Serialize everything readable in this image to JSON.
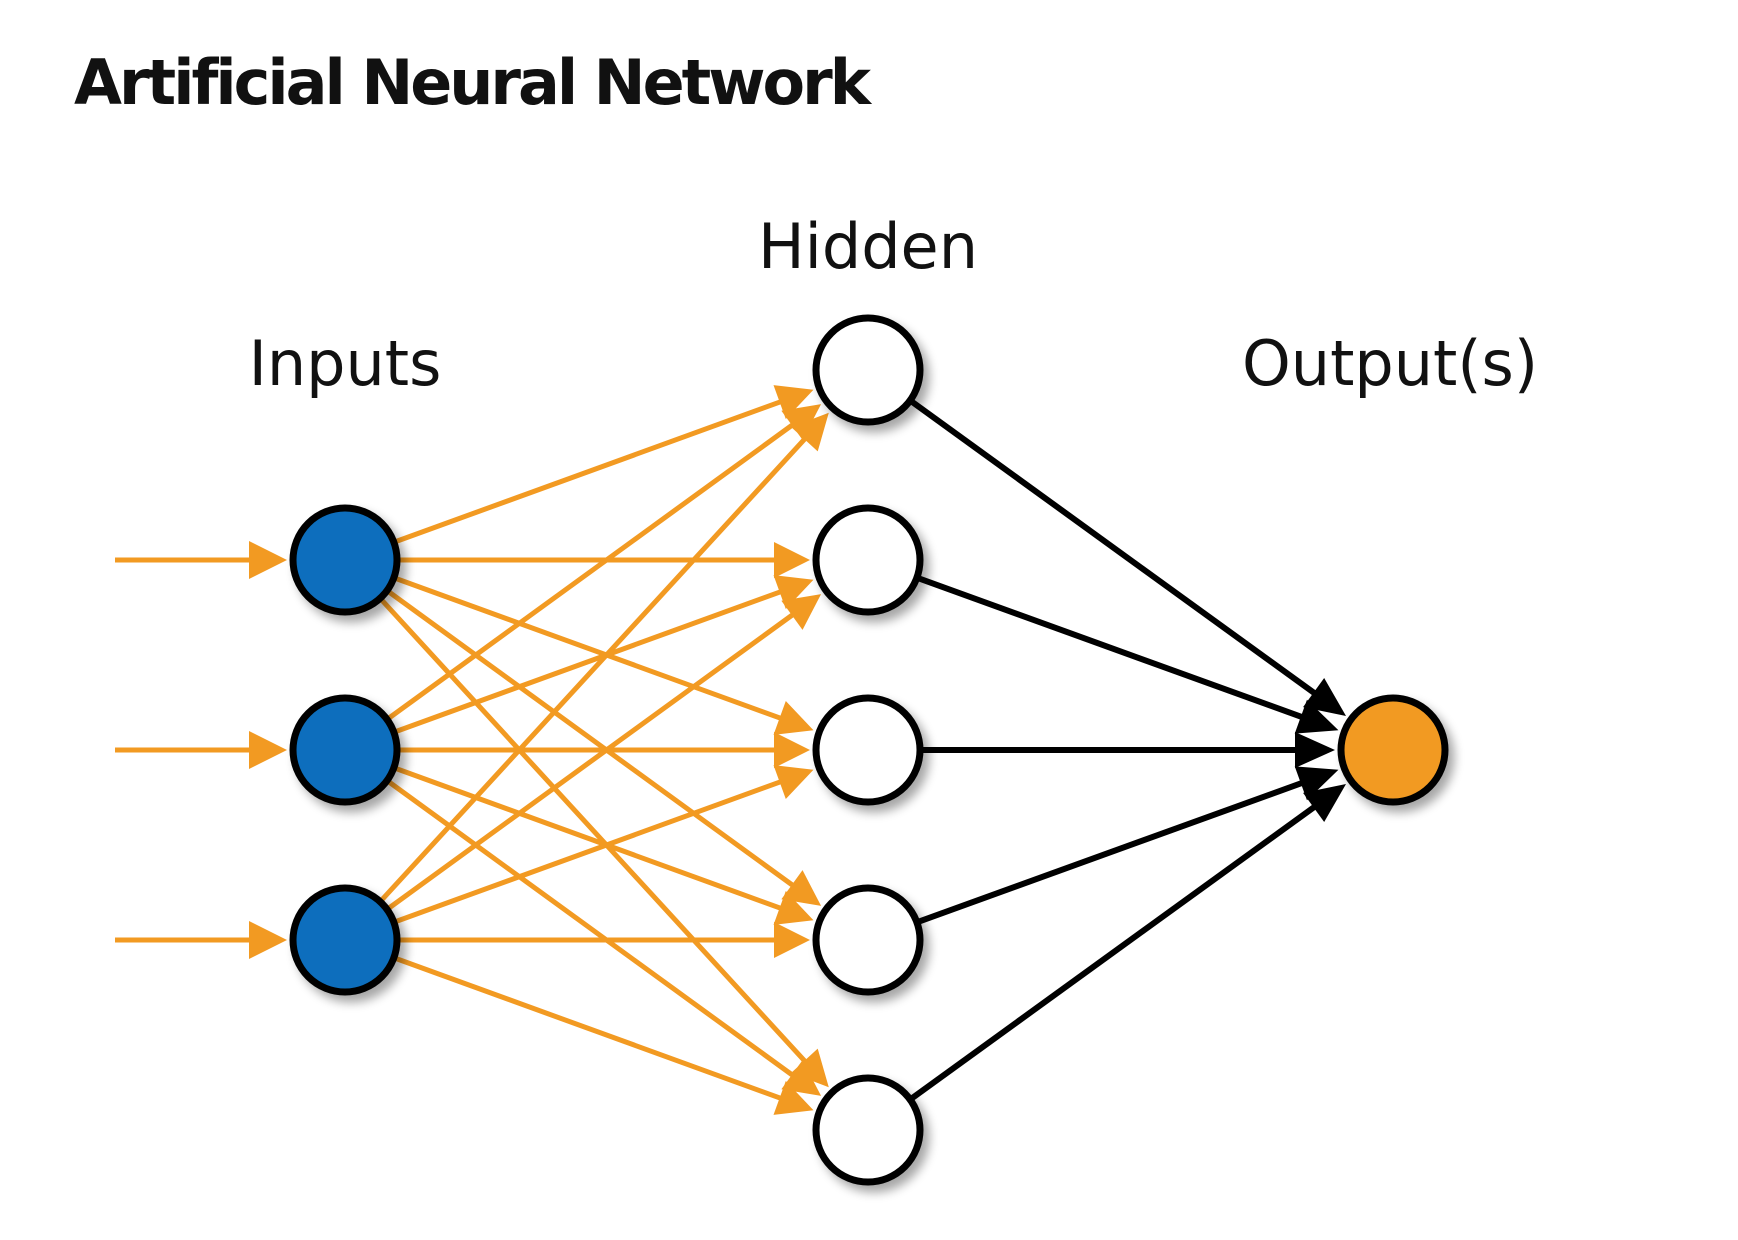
{
  "title": "Artificial Neural Network",
  "labels": {
    "inputs": "Inputs",
    "hidden": "Hidden",
    "outputs": "Output(s)"
  },
  "layers": {
    "input_count": 3,
    "hidden_count": 5,
    "output_count": 1
  },
  "colors": {
    "input_node": "#0a6ebd",
    "hidden_node": "#ffffff",
    "output_node": "#f29a22",
    "input_edge": "#f29a22",
    "output_edge": "#000000",
    "node_stroke": "#000000"
  }
}
